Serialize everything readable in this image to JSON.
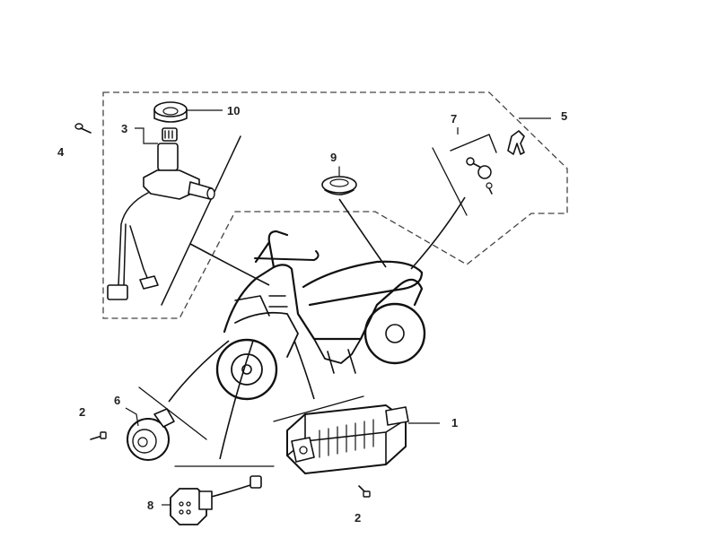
{
  "callouts": {
    "c1": "1",
    "c2a": "2",
    "c2b": "2",
    "c3": "3",
    "c4": "4",
    "c5": "5",
    "c6": "6",
    "c7": "7",
    "c8": "8",
    "c9": "9",
    "c10": "10"
  }
}
